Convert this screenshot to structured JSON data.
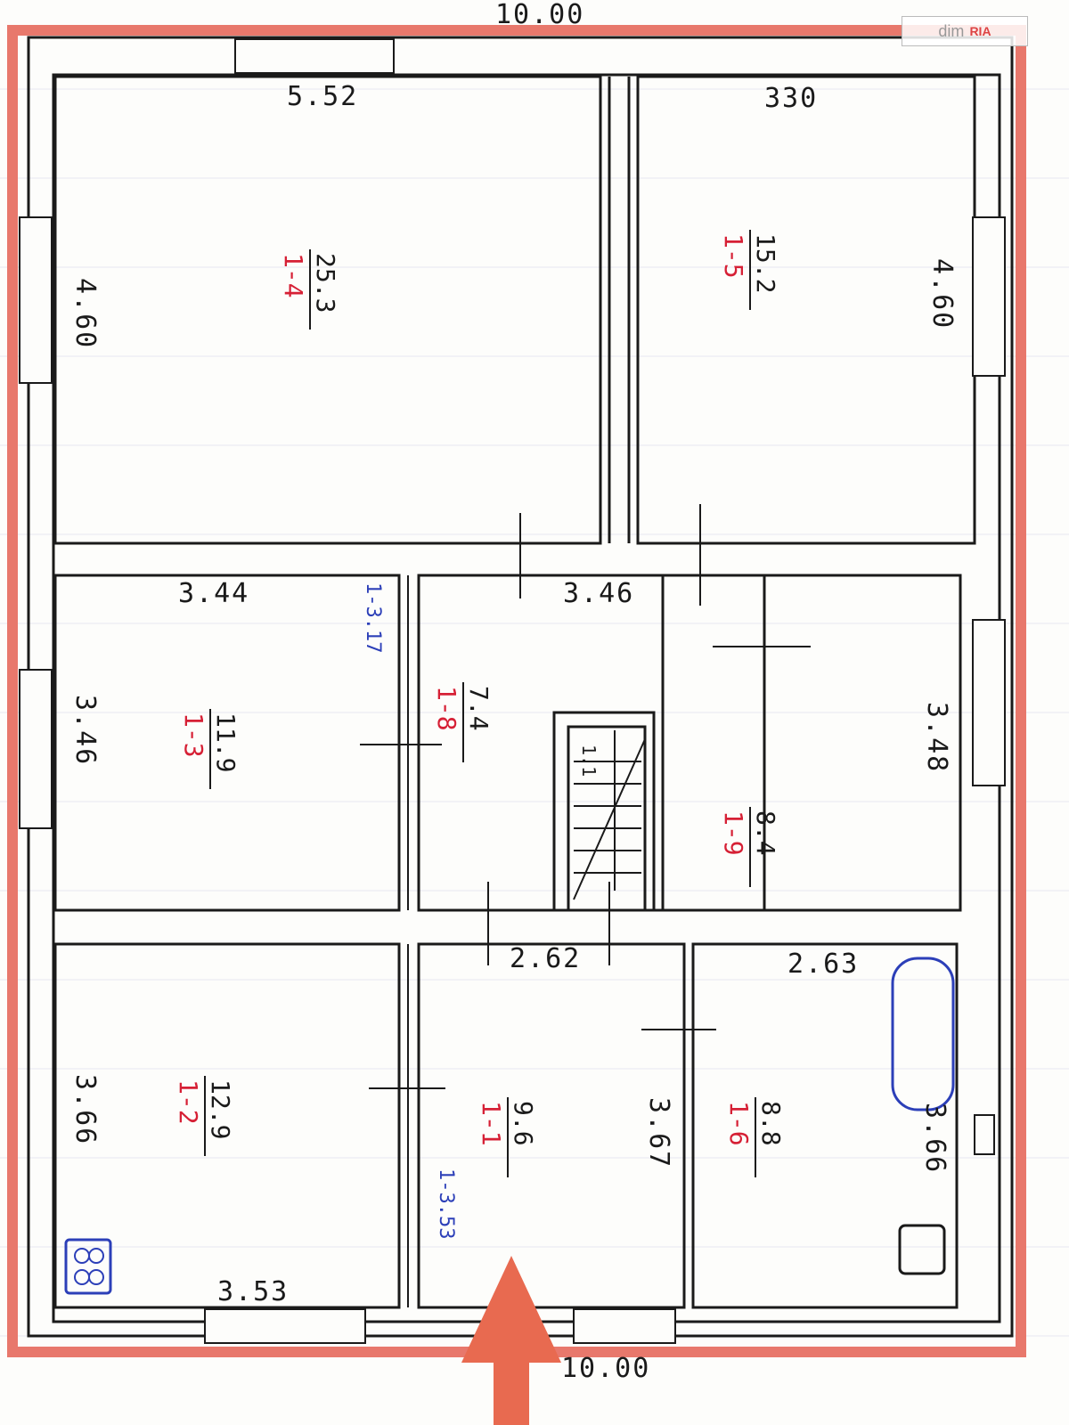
{
  "watermark": {
    "brand": "dim",
    "brand2": "RIA"
  },
  "dimensions": {
    "top_total": "10.00",
    "bottom_total": "10.00",
    "top_left_width": "5.52",
    "top_right_width": "330",
    "top_left_height": "4.60",
    "top_right_height": "4.60",
    "mid_left_width": "3.44",
    "mid_center_width": "3.46",
    "mid_left_height": "3.46",
    "mid_right_height": "3.48",
    "bot_center_width": "2.62",
    "bot_right_width": "2.63",
    "bot_left_height": "3.66",
    "bot_left_width": "3.53",
    "bot_center_height": "3.67",
    "bot_right_height": "3.66"
  },
  "rooms": [
    {
      "id": "1-4",
      "number": "1-4",
      "area": "25.3"
    },
    {
      "id": "1-5",
      "number": "1-5",
      "area": "15.2"
    },
    {
      "id": "1-3",
      "number": "1-3",
      "area": "11.9"
    },
    {
      "id": "1-8",
      "number": "1-8",
      "area": "7.4"
    },
    {
      "id": "1-9",
      "number": "1-9",
      "area": "8.4"
    },
    {
      "id": "1-2",
      "number": "1-2",
      "area": "12.9"
    },
    {
      "id": "1-1",
      "number": "1-1",
      "area": "9.6"
    },
    {
      "id": "1-6",
      "number": "1-6",
      "area": "8.8"
    },
    {
      "id": "stair",
      "number": "",
      "area": "1.1"
    }
  ],
  "annotations": {
    "blue_mid": "1-3.17",
    "blue_bottom": "1-3.53"
  },
  "colors": {
    "outline": "#e8786c",
    "arrow": "#e86a50",
    "ink": "#1a1a1a",
    "red": "#d62035",
    "blue": "#2c3fb8"
  }
}
